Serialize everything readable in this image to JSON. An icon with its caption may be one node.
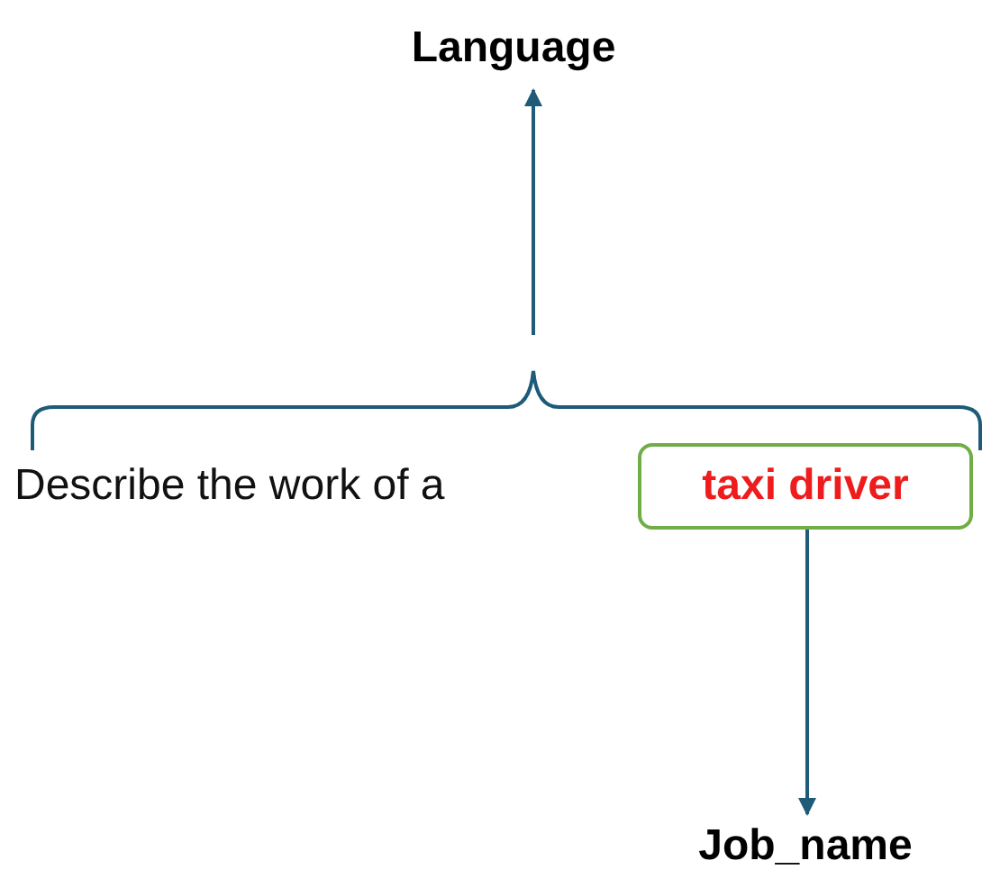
{
  "diagram": {
    "nodes": [
      {
        "text": [
          "Language"
        ]
      },
      {
        "text": [
          "Describe the work of  a"
        ]
      },
      {
        "text": [
          "taxi driver"
        ]
      },
      {
        "text": [
          "Job_name"
        ]
      }
    ],
    "edges": [
      {
        "from": null,
        "to": 0,
        "arrow": "to"
      },
      {
        "from": 2,
        "to": 3,
        "arrow": "to"
      }
    ]
  }
}
